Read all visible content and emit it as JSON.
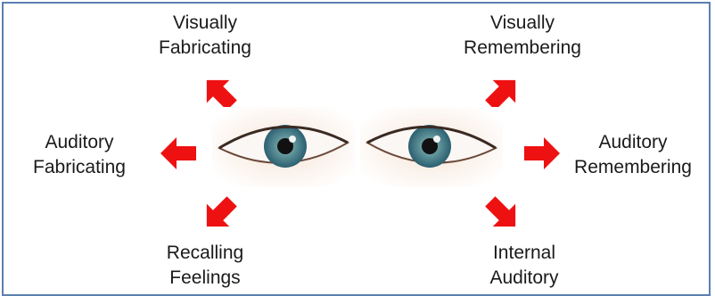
{
  "labels": {
    "visually_fabricating": {
      "line1": "Visually",
      "line2": "Fabricating"
    },
    "visually_remembering": {
      "line1": "Visually",
      "line2": "Remembering"
    },
    "auditory_fabricating": {
      "line1": "Auditory",
      "line2": "Fabricating"
    },
    "auditory_remembering": {
      "line1": "Auditory",
      "line2": "Remembering"
    },
    "recalling_feelings": {
      "line1": "Recalling",
      "line2": "Feelings"
    },
    "internal_auditory": {
      "line1": "Internal",
      "line2": "Auditory"
    }
  },
  "colors": {
    "arrow": "#ee1111",
    "frame": "#5b7fb0",
    "iris": "#4a8fa0"
  },
  "icons": {
    "left_eye": "eye-icon",
    "right_eye": "eye-icon",
    "arrow": "arrow-icon"
  }
}
